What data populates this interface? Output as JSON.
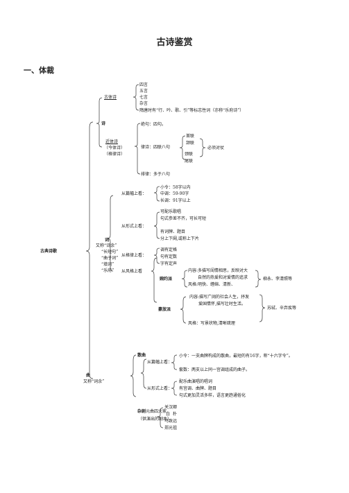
{
  "title": "古诗鉴赏",
  "section": "一、体裁",
  "root": "古典诗歌",
  "shi": {
    "label": "诗",
    "gutishi": {
      "label": "古体诗",
      "items": [
        "四言",
        "五言",
        "七言",
        "杂言",
        "隋唐时有“行、吟、歌、引”等标志性词（亦称“乐府诗”）"
      ]
    },
    "jintishi": {
      "label": "近体诗",
      "sub1": "（今体诗）",
      "sub2": "（格律诗）",
      "jueju": "绝句：四句。",
      "lushi": "律诗：四联八句",
      "lian": [
        "首联",
        "颔联",
        "颈联",
        "尾联"
      ],
      "duizhang": "必须对仗",
      "pailu": "排律：多于八句"
    }
  },
  "ci": {
    "label": "词",
    "aliases": [
      "又称“诗余”",
      "“长短句”",
      "“曲子词”",
      "“填词”",
      "“乐府”"
    ],
    "by_length": {
      "label": "从篇幅上看：",
      "items": [
        "小令：58字以内",
        "中调：59-90字",
        "长调：91字以上"
      ]
    },
    "by_form": {
      "label": "从形式上看：",
      "items": [
        "可配乐歌唱",
        "句式参差不齐，可长可短",
        "有词牌、题目",
        "分上下阕,或称上下片"
      ]
    },
    "by_rhythm": {
      "label": "从格律上看：",
      "items": [
        "调有定格",
        "句有定数",
        "字有定声"
      ]
    },
    "by_style": {
      "label": "从风格上看",
      "wanyue": {
        "label": "婉约派",
        "lines": [
          "内容:多描写闺情相思，反映对大",
          "自然的热爱和对爱情的追求",
          "风格:明快、缠绵、清新、"
        ],
        "poets": "柳永、李清照等"
      },
      "haofang": {
        "label": "豪放派",
        "lines": [
          "内容:描写广阔的社会人生，抒发",
          "爱国情怀,描写壮时生活。",
          "风格：写景状物,清晰疏理"
        ],
        "poets": "苏轼、辛弃疾等"
      }
    }
  },
  "qu": {
    "label": "曲",
    "alias": "又称“词余”",
    "sanqu": {
      "label": "散曲",
      "by_length": {
        "label": "从篇幅上看：",
        "items": [
          "小令：一支曲牌构成的散曲，最短的有16字，称“十六字令”。",
          "套数：两支以上同一宫调组成的曲子。"
        ]
      },
      "by_form": {
        "label": "从形式上看：",
        "items": [
          "配乐曲演唱的唱词",
          "有宫调、曲牌、题目",
          "句式更加灵活多样，语言更趋通俗化"
        ]
      }
    },
    "zaju": {
      "label": "杂剧",
      "text": "元曲四大家",
      "note": "（供演出的剧本）",
      "authors": [
        "关汉卿",
        "白  朴",
        "马致远",
        "郑光祖"
      ]
    }
  }
}
